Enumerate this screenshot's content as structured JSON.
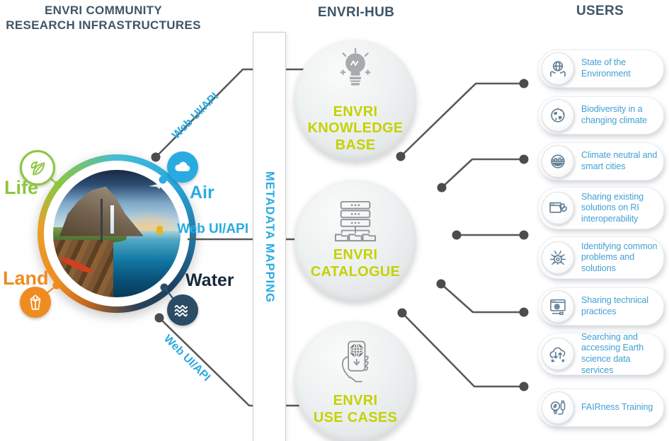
{
  "left_panel": {
    "title_line1": "ENVRI COMMUNITY",
    "title_line2": "RESEARCH INFRASTRUCTURES",
    "spheres": [
      {
        "id": "life",
        "label": "Life",
        "color": "#8dc63f",
        "icon": "leaf-icon"
      },
      {
        "id": "air",
        "label": "Air",
        "color": "#29abe2",
        "icon": "cloud-icon"
      },
      {
        "id": "water",
        "label": "Water",
        "color": "#2c4c66",
        "icon": "waves-icon"
      },
      {
        "id": "land",
        "label": "Land",
        "color": "#ef8c1f",
        "icon": "crystal-icon"
      }
    ],
    "connection_labels": [
      "Web UI/API",
      "Web UI/API",
      "Web UI/API"
    ]
  },
  "hub": {
    "title": "ENVRI-HUB",
    "bar_label": "METADATA MAPPING",
    "nodes": [
      {
        "lines": [
          "ENVRI",
          "KNOWLEDGE",
          "BASE"
        ],
        "icon": "lightbulb-idea-icon"
      },
      {
        "lines": [
          "ENVRI",
          "CATALOGUE"
        ],
        "icon": "server-catalogue-icon"
      },
      {
        "lines": [
          "ENVRI",
          "USE CASES"
        ],
        "icon": "hand-globe-phone-icon"
      }
    ]
  },
  "users": {
    "title": "USERS",
    "items": [
      {
        "label": "State of the Environment",
        "icon": "hands-earth-icon"
      },
      {
        "label": "Biodiversity in a changing climate",
        "icon": "biodiversity-globe-icon"
      },
      {
        "label": "Climate neutral and smart cities",
        "icon": "city-globe-icon"
      },
      {
        "label": "Sharing existing solutions on RI interoperability",
        "icon": "browser-link-icon"
      },
      {
        "label": "Identifying common problems and solutions",
        "icon": "bug-gear-icon"
      },
      {
        "label": "Sharing technical practices",
        "icon": "browser-gear-icon"
      },
      {
        "label": "Searching and accessing Earth science data services",
        "icon": "cloud-transfer-icon"
      },
      {
        "label": "FAIRness Training",
        "icon": "bulb-plug-icon"
      }
    ]
  },
  "colors": {
    "heading": "#3e5668",
    "accent_blue": "#29abe2",
    "lime_green": "#c5d200",
    "line_gray": "#58595b",
    "dot_gray": "#4c4c4e",
    "life_green": "#8dc63f",
    "air_blue": "#29abe2",
    "water_navy": "#2c4c66",
    "land_orange": "#ef8c1f",
    "user_text_blue": "#42a0d5"
  }
}
